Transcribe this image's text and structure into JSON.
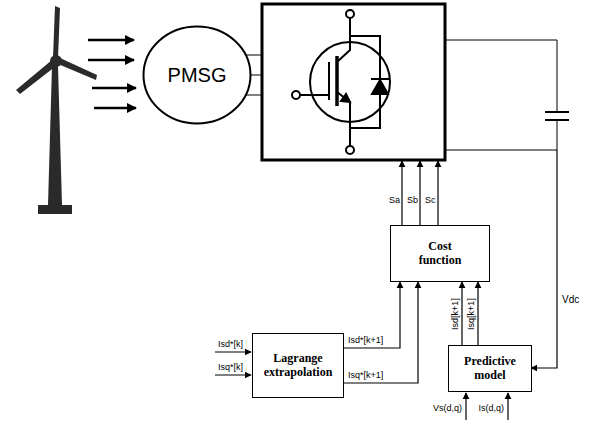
{
  "diagram": {
    "nodes": [
      {
        "text": [
          "PMSG"
        ]
      },
      {
        "text": [
          "Cost function"
        ]
      },
      {
        "text": [
          "Lagrange extrapolation"
        ]
      },
      {
        "text": [
          "Predictive model"
        ]
      }
    ],
    "edges": [
      {
        "from": 2,
        "to": 1,
        "label": "Isd*[k+1]",
        "arrow": "to"
      },
      {
        "from": 2,
        "to": 1,
        "label": "Isq*[k+1]",
        "arrow": "to"
      },
      {
        "from": 3,
        "to": 1,
        "label": "Isd[k+1]",
        "arrow": "to"
      },
      {
        "from": 3,
        "to": 1,
        "label": "Isq[k+1]",
        "arrow": "to"
      }
    ],
    "labels": [
      "Sa",
      "Sb",
      "Sc",
      "Vdc",
      "Isd*[k]",
      "Isq*[k]",
      "Vs(d,q)",
      "Is(d,q)"
    ]
  }
}
